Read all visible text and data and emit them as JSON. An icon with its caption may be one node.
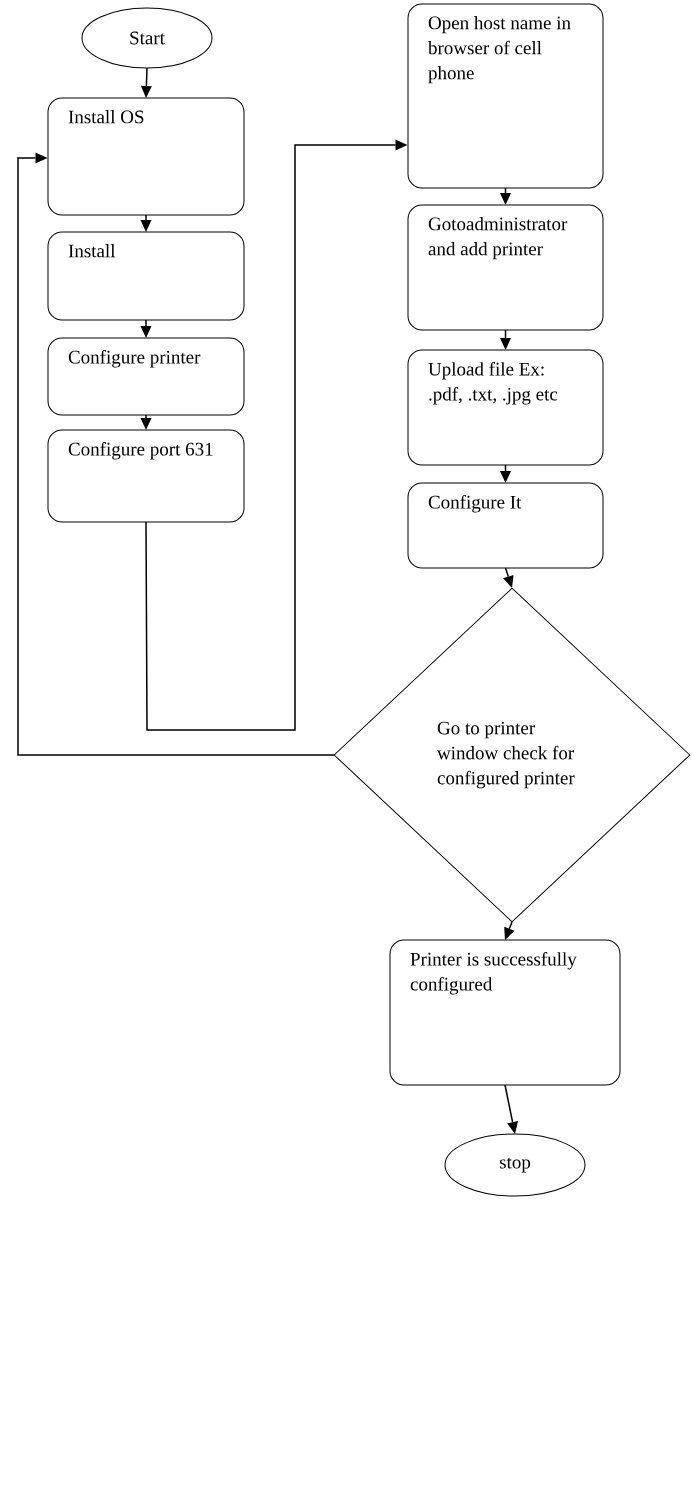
{
  "diagram": {
    "nodes": [
      {
        "text": [
          "Start"
        ]
      },
      {
        "text": [
          "Install OS"
        ]
      },
      {
        "text": [
          "Install"
        ]
      },
      {
        "text": [
          "Configure printer"
        ]
      },
      {
        "text": [
          "Configure port 631"
        ]
      },
      {
        "text": [
          "Open host name in browser of cell phone"
        ]
      },
      {
        "text": [
          "Gotoadministrator and add printer"
        ]
      },
      {
        "text": [
          "Upload file Ex: .pdf, .txt, .jpg etc"
        ]
      },
      {
        "text": [
          "Configure It"
        ]
      },
      {
        "text": [
          "Go to printer window check for configured printer"
        ]
      },
      {
        "text": [
          "Printer is successfully configured"
        ]
      },
      {
        "text": [
          "stop"
        ]
      }
    ],
    "edges": [
      {
        "from": 0,
        "to": 1,
        "arrow": "to"
      },
      {
        "from": 1,
        "to": 2,
        "arrow": "to"
      },
      {
        "from": 2,
        "to": 3,
        "arrow": "to"
      },
      {
        "from": 3,
        "to": 4,
        "arrow": "to"
      },
      {
        "from": 4,
        "to": 5,
        "arrow": "to"
      },
      {
        "from": 5,
        "to": 6,
        "arrow": "to"
      },
      {
        "from": 6,
        "to": 7,
        "arrow": "to"
      },
      {
        "from": 7,
        "to": 8,
        "arrow": "to"
      },
      {
        "from": 8,
        "to": 9,
        "arrow": "to"
      },
      {
        "from": 9,
        "to": 1,
        "arrow": "to"
      },
      {
        "from": 9,
        "to": 10,
        "arrow": "to"
      },
      {
        "from": 10,
        "to": 11,
        "arrow": "to"
      }
    ]
  }
}
